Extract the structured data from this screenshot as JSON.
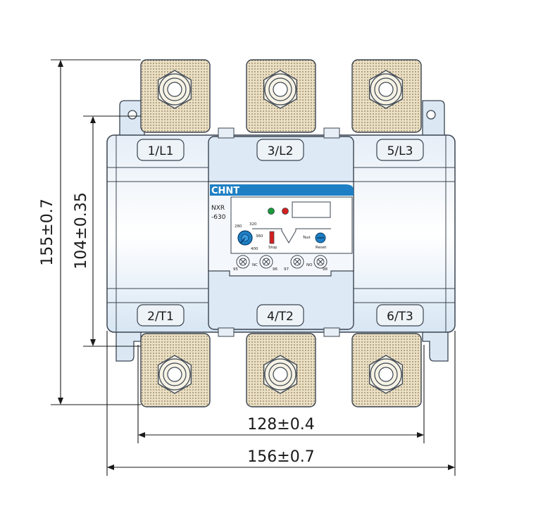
{
  "dimensions": {
    "overall_height": "155±0.7",
    "inner_height": "104±0.35",
    "terminal_span": "128±0.4",
    "overall_width": "156±0.7"
  },
  "terminals": {
    "top": [
      "1/L1",
      "3/L2",
      "5/L3"
    ],
    "bottom": [
      "2/T1",
      "4/T2",
      "6/T3"
    ]
  },
  "relay": {
    "brand": "CHNT",
    "model_line1": "NXR",
    "model_line2": "-630",
    "stop_label": "Stop",
    "test_label": "Test",
    "reset_label": "Reset",
    "dial_marks": [
      "280",
      "320",
      "360",
      "400"
    ],
    "screw_labels": [
      "95",
      "NC",
      "96",
      "97",
      "NO",
      "98"
    ]
  },
  "colors": {
    "housing_fill": "#dbe8f4",
    "housing_stroke": "#3a4450",
    "busbar_fill": "#e9dcc0",
    "brand_blue": "#1e7fc4",
    "green_led": "#1a9a3a",
    "red_led": "#d42020"
  }
}
